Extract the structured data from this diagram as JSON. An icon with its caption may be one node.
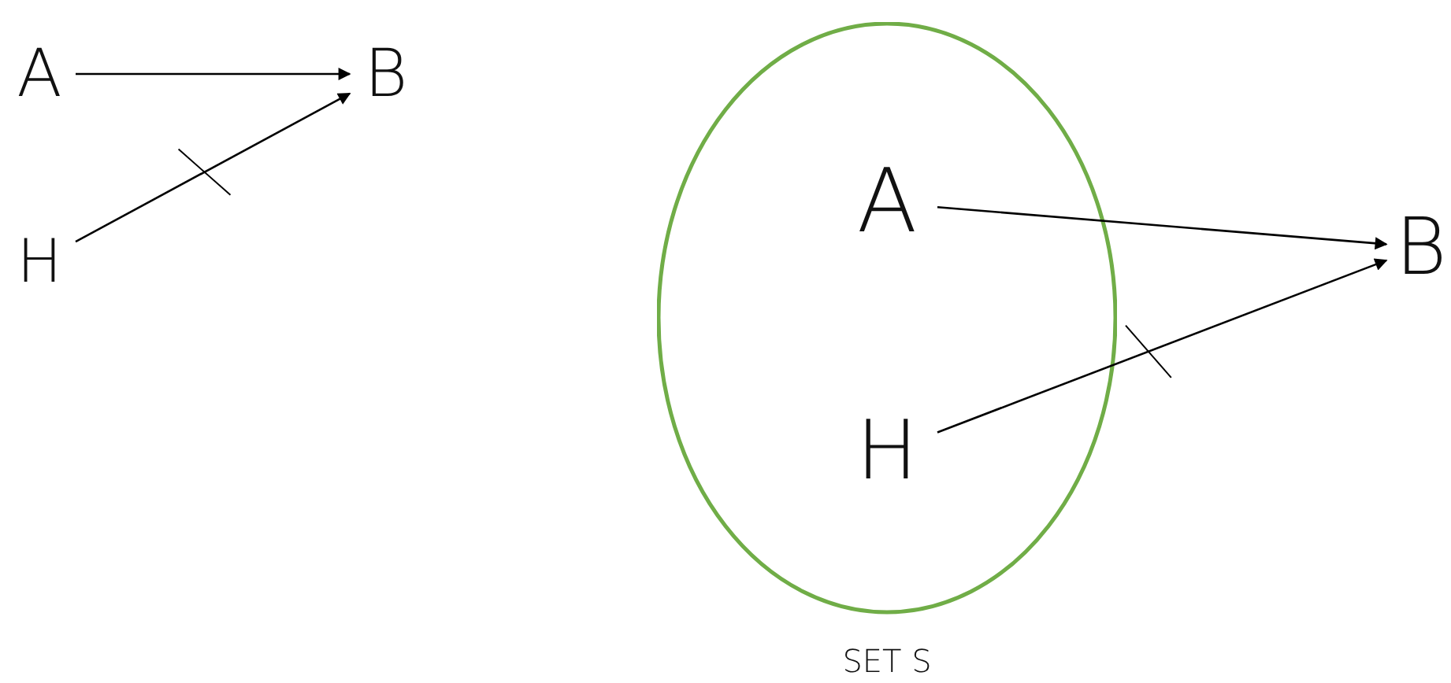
{
  "diagram": {
    "nodes": [
      {
        "text": [
          "A"
        ]
      },
      {
        "text": [
          "B"
        ]
      },
      {
        "text": [
          "H"
        ]
      },
      {
        "text": [
          "SET S"
        ]
      },
      {
        "text": [
          "A"
        ],
        "in": 3
      },
      {
        "text": [
          "H"
        ],
        "in": 3
      },
      {
        "text": [
          "B"
        ]
      }
    ],
    "edges": [
      {
        "from": 0,
        "to": 1,
        "arrow": "to"
      },
      {
        "from": 2,
        "to": 1,
        "arrow": "to"
      },
      {
        "from": 4,
        "to": 6,
        "arrow": "to"
      },
      {
        "from": 5,
        "to": 6,
        "arrow": "to"
      }
    ]
  }
}
